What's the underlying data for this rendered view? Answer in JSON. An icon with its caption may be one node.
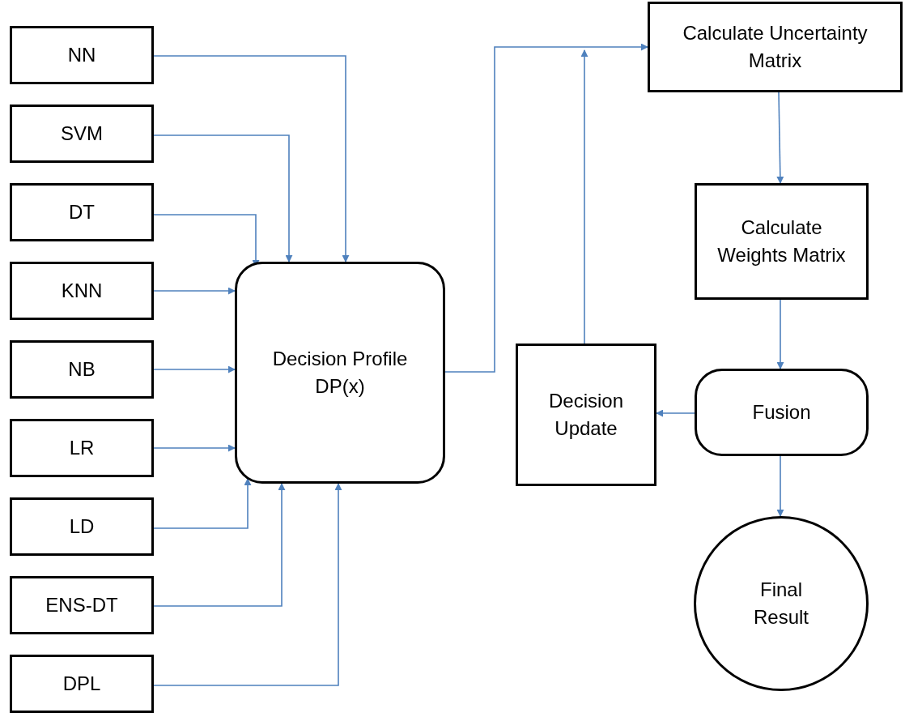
{
  "diagram": {
    "nodes": [
      {
        "text": [
          "NN"
        ]
      },
      {
        "text": [
          "SVM"
        ]
      },
      {
        "text": [
          "DT"
        ]
      },
      {
        "text": [
          "KNN"
        ]
      },
      {
        "text": [
          "NB"
        ]
      },
      {
        "text": [
          "LR"
        ]
      },
      {
        "text": [
          "LD"
        ]
      },
      {
        "text": [
          "ENS-DT"
        ]
      },
      {
        "text": [
          "DPL"
        ]
      },
      {
        "text": [
          "Decision Profile DP(x)"
        ]
      },
      {
        "text": [
          "Calculate Uncertainty Matrix"
        ]
      },
      {
        "text": [
          "Calculate Weights Matrix"
        ]
      },
      {
        "text": [
          "Decision Update"
        ]
      },
      {
        "text": [
          "Fusion"
        ]
      },
      {
        "text": [
          "Final Result"
        ]
      }
    ],
    "edges": [
      {
        "from": 0,
        "to": 9,
        "arrow": "to"
      },
      {
        "from": 1,
        "to": 9,
        "arrow": "to"
      },
      {
        "from": 2,
        "to": 9,
        "arrow": "to"
      },
      {
        "from": 3,
        "to": 9,
        "arrow": "to"
      },
      {
        "from": 4,
        "to": 9,
        "arrow": "to"
      },
      {
        "from": 5,
        "to": 9,
        "arrow": "to"
      },
      {
        "from": 6,
        "to": 9,
        "arrow": "to"
      },
      {
        "from": 7,
        "to": 9,
        "arrow": "to"
      },
      {
        "from": 8,
        "to": 9,
        "arrow": "to"
      },
      {
        "from": 9,
        "to": 10,
        "arrow": "to"
      },
      {
        "from": 12,
        "to": 10,
        "arrow": "to"
      },
      {
        "from": 10,
        "to": 11,
        "arrow": "to"
      },
      {
        "from": 11,
        "to": 13,
        "arrow": "to"
      },
      {
        "from": 13,
        "to": 12,
        "arrow": "to"
      },
      {
        "from": 13,
        "to": 14,
        "arrow": "to"
      }
    ]
  }
}
